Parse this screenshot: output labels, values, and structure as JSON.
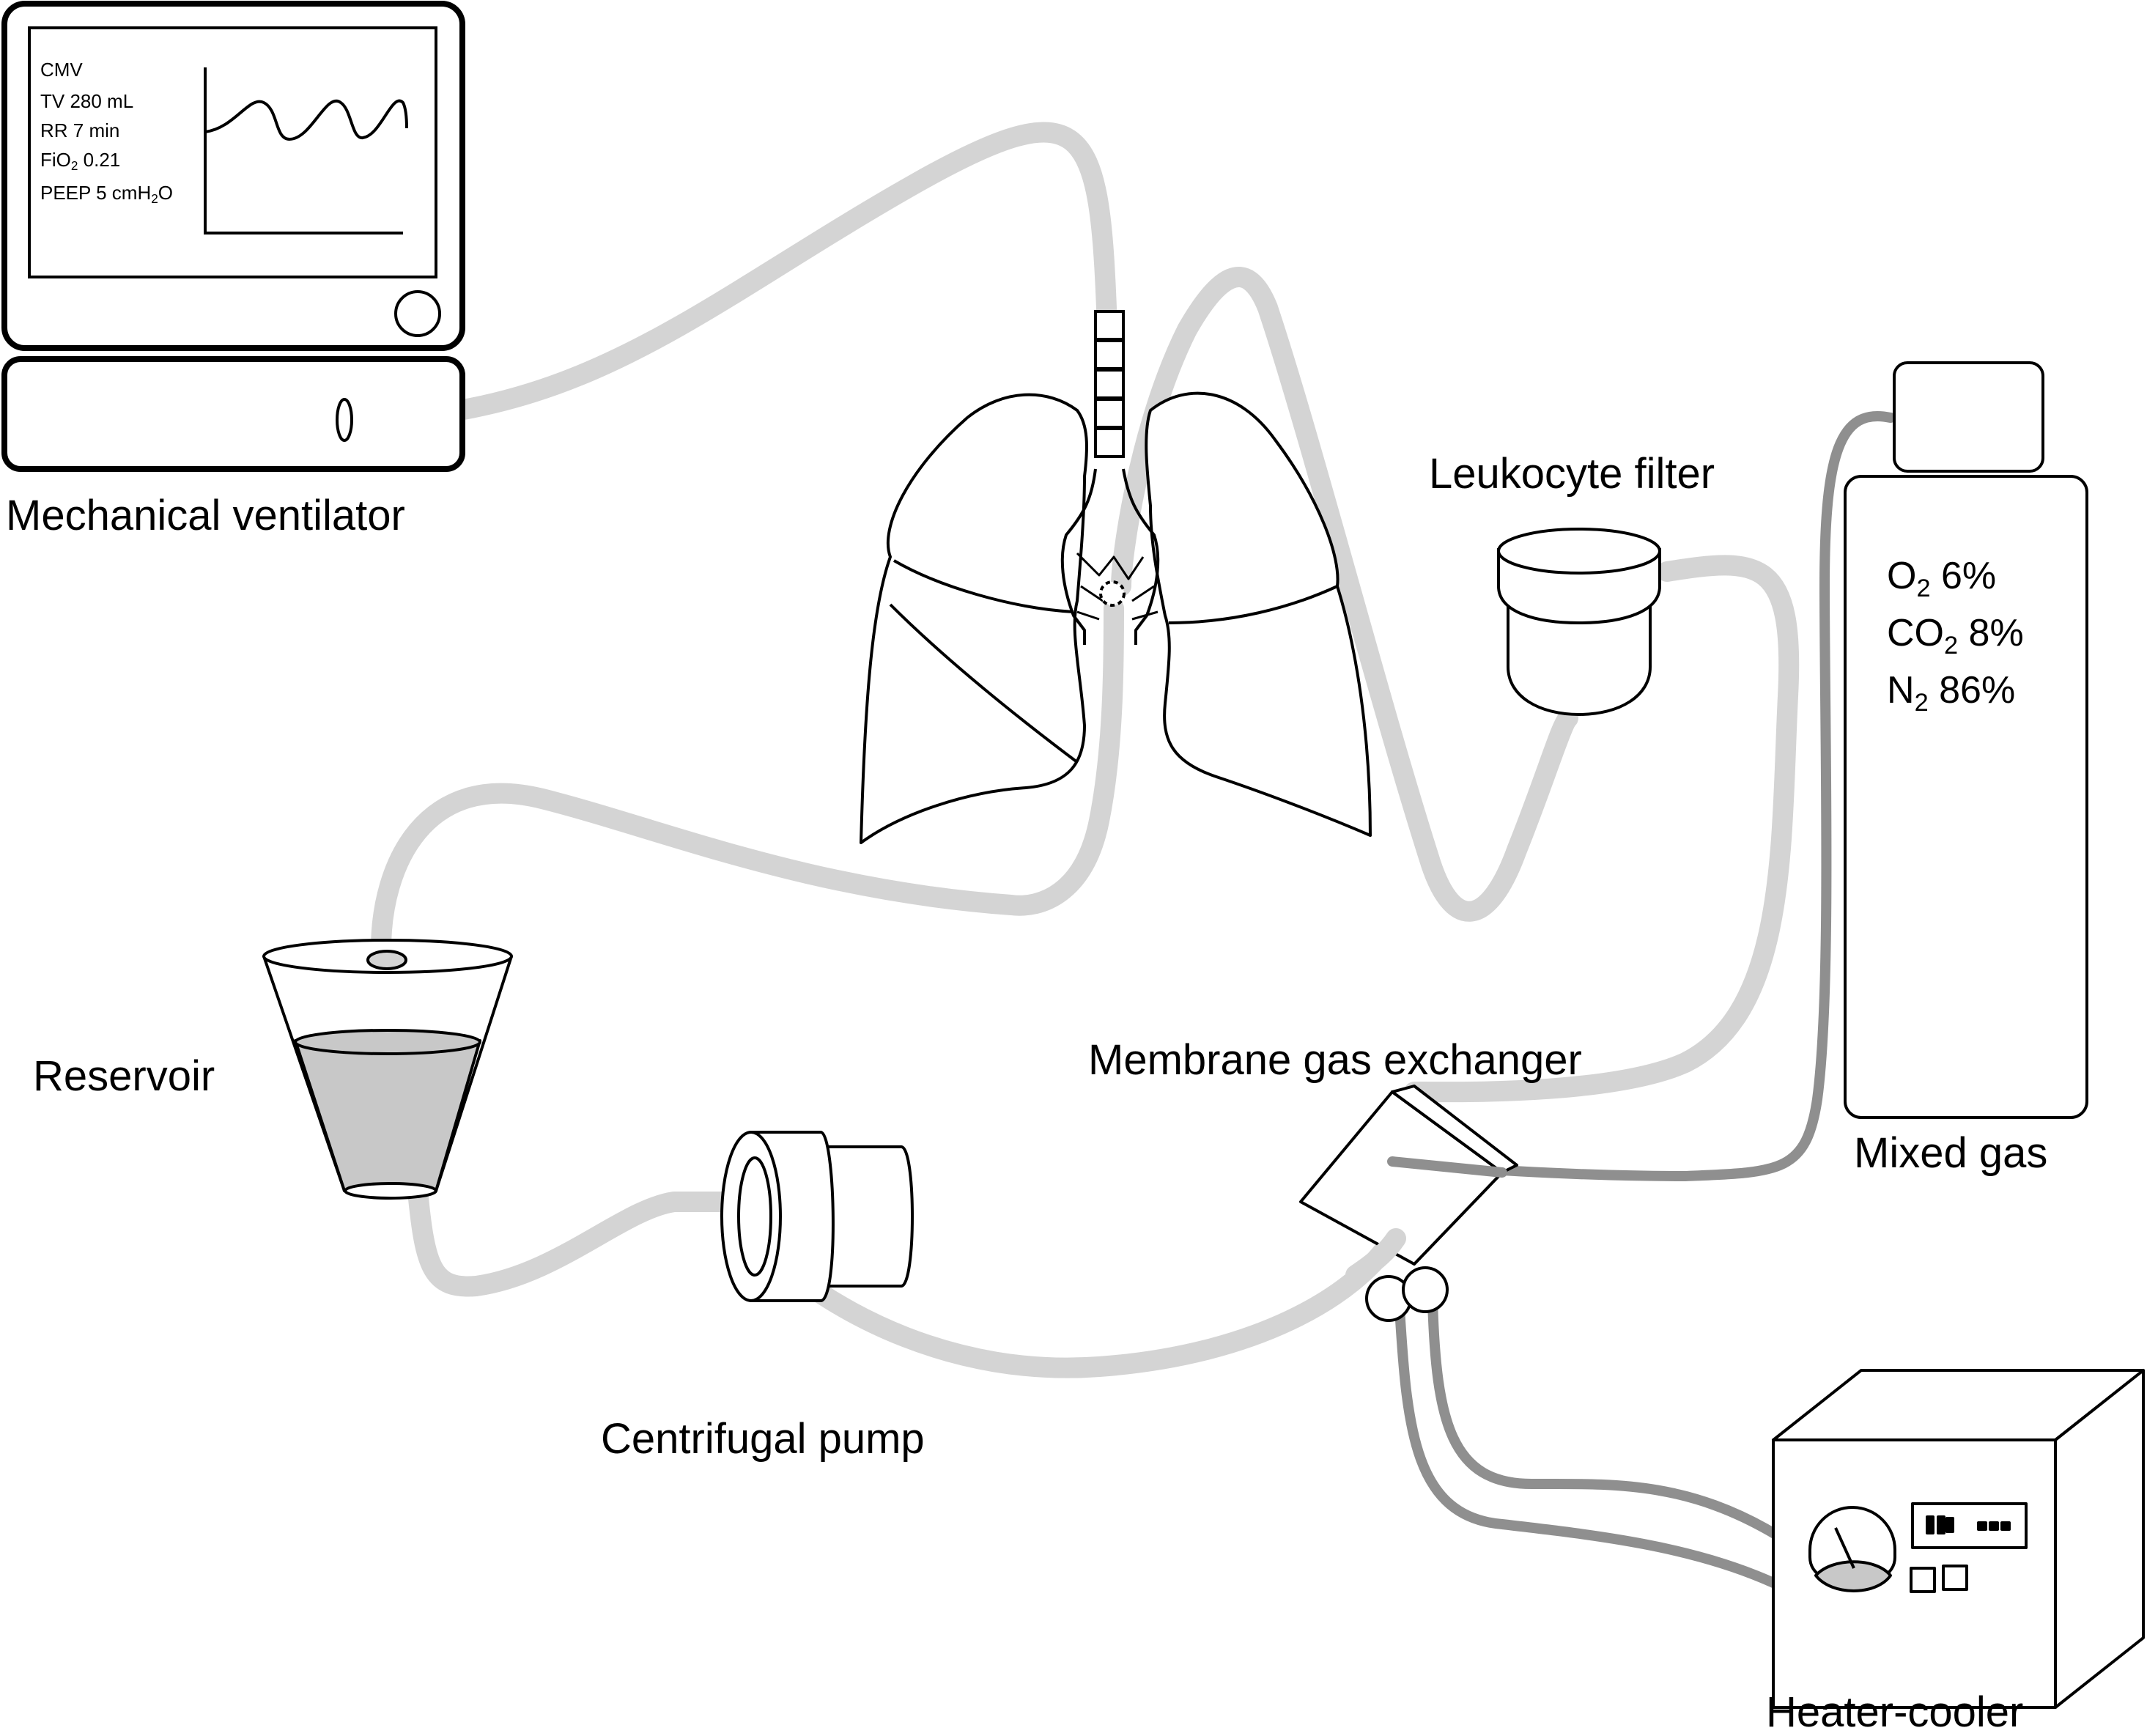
{
  "labels": {
    "ventilator": "Mechanical ventilator",
    "leukocyte_filter": "Leukocyte filter",
    "reservoir": "Reservoir",
    "membrane": "Membrane gas exchanger",
    "mixed_gas": "Mixed gas",
    "pump": "Centrifugal pump",
    "heater": "Heater-cooler"
  },
  "ventilator_screen": {
    "mode": "CMV",
    "tv": "TV 280 mL",
    "rr": "RR 7 min",
    "fio2_prefix": "FiO",
    "fio2_sub": "2",
    "fio2_value": " 0.21",
    "peep_prefix": "PEEP 5 cmH",
    "peep_sub": "2",
    "peep_suffix": "O"
  },
  "gas_mix": {
    "o2_prefix": "O",
    "o2_sub": "2",
    "o2_value": " 6%",
    "co2_prefix": "CO",
    "co2_sub": "2",
    "co2_value": " 8%",
    "n2_prefix": "N",
    "n2_sub": "2",
    "n2_value": " 86%"
  },
  "colors": {
    "tube_light": "#d4d4d4",
    "tube_dark": "#8f8f8f",
    "stroke": "#000000",
    "fluid": "#c8c8c8"
  }
}
